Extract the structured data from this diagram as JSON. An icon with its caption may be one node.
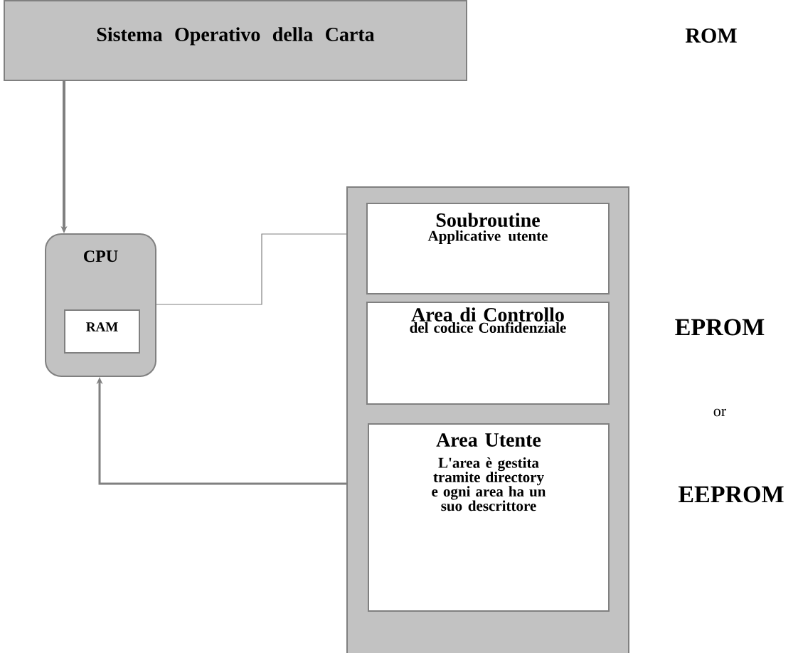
{
  "diagram": {
    "nodes": [
      {
        "text": [
          "Sistema Operativo della Carta"
        ]
      },
      {
        "text": [
          "CPU"
        ]
      },
      {
        "text": [
          "RAM"
        ],
        "in": 1
      },
      {
        "text": [],
        "shape": "box"
      },
      {
        "text": [
          "Soubroutine",
          "Applicative utente"
        ],
        "in": 3
      },
      {
        "text": [
          "Area di Controllo",
          "del codice Confidenziale"
        ],
        "in": 3
      },
      {
        "text": [
          "Area Utente",
          "L'area è gestita tramite directory e ogni area ha un suo descrittore"
        ],
        "in": 3
      }
    ],
    "edges": [
      {
        "from": 0,
        "to": 1,
        "arrow": "to"
      },
      {
        "from": 1,
        "to": 3,
        "arrow": "none"
      },
      {
        "from": 3,
        "to": 1,
        "arrow": "to"
      }
    ],
    "labels": [
      "ROM",
      "EPROM",
      "or",
      "EEPROM"
    ]
  }
}
